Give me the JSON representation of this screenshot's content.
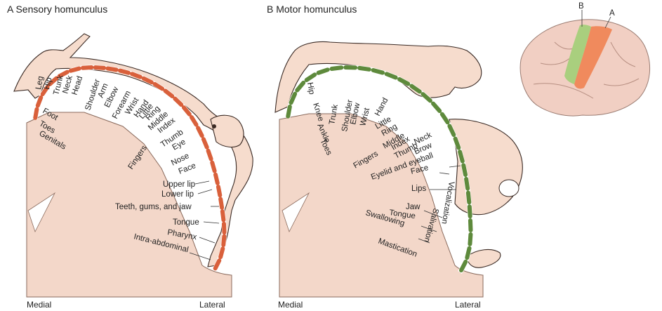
{
  "panels": {
    "sensory": {
      "title": "A  Sensory homunculus",
      "medial": "Medial",
      "lateral": "Lateral",
      "color": "#d9603b",
      "labels": [
        "Leg",
        "Hip",
        "Trunk",
        "Neck",
        "Head",
        "Shoulder",
        "Arm",
        "Elbow",
        "Forearm",
        "Wrist",
        "Hand",
        "Little",
        "Ring",
        "Middle",
        "Index",
        "Thumb",
        "Eye",
        "Nose",
        "Face",
        "Upper lip",
        "Lower lip",
        "Teeth, gums, and jaw",
        "Tongue",
        "Pharynx",
        "Intra-abdominal",
        "Foot",
        "Toes",
        "Genitals",
        "Fingers"
      ]
    },
    "motor": {
      "title": "B  Motor homunculus",
      "medial": "Medial",
      "lateral": "Lateral",
      "color": "#5e8a3c",
      "labels": [
        "Hip",
        "Knee",
        "Ankle",
        "Toes",
        "Trunk",
        "Shoulder",
        "Elbow",
        "Wrist",
        "Hand",
        "Little",
        "Ring",
        "Middle",
        "Index",
        "Thumb",
        "Neck",
        "Brow",
        "Fingers",
        "Eyelid and eyeball",
        "Face",
        "Lips",
        "Jaw",
        "Tongue",
        "Swallowing",
        "Vocalization",
        "Salivation",
        "Mastication"
      ]
    }
  },
  "brain_inset": {
    "label_a": "A",
    "label_b": "B",
    "color_a": "#f08a5d",
    "color_b": "#a9cf7e"
  }
}
